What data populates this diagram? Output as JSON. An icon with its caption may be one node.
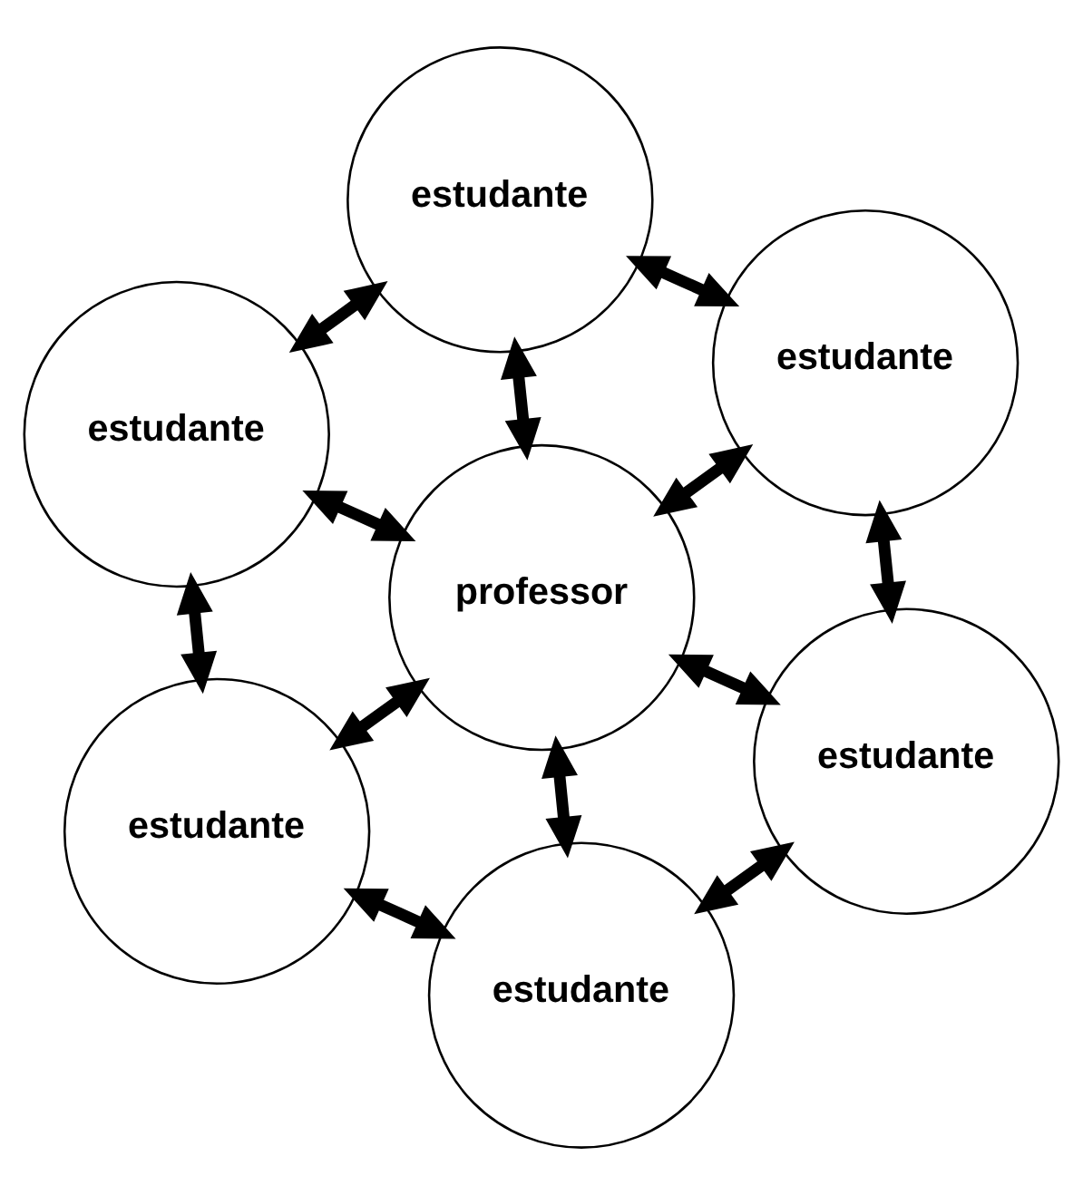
{
  "diagram": {
    "nodes": [
      {
        "text": [
          "estudante"
        ]
      },
      {
        "text": [
          "estudante"
        ]
      },
      {
        "text": [
          "estudante"
        ]
      },
      {
        "text": [
          "professor"
        ]
      },
      {
        "text": [
          "estudante"
        ]
      },
      {
        "text": [
          "estudante"
        ]
      },
      {
        "text": [
          "estudante"
        ]
      }
    ],
    "edges": [
      {
        "from": 0,
        "to": 1,
        "arrow": "both"
      },
      {
        "from": 0,
        "to": 2,
        "arrow": "both"
      },
      {
        "from": 1,
        "to": 3,
        "arrow": "both"
      },
      {
        "from": 2,
        "to": 3,
        "arrow": "both"
      },
      {
        "from": 1,
        "to": 4,
        "arrow": "both"
      },
      {
        "from": 3,
        "to": 4,
        "arrow": "both"
      },
      {
        "from": 3,
        "to": 5,
        "arrow": "both"
      },
      {
        "from": 2,
        "to": 5,
        "arrow": "both"
      },
      {
        "from": 4,
        "to": 6,
        "arrow": "both"
      },
      {
        "from": 3,
        "to": 6,
        "arrow": "both"
      },
      {
        "from": 5,
        "to": 6,
        "arrow": "both"
      },
      {
        "from": 0,
        "to": 3,
        "arrow": "both"
      }
    ]
  }
}
